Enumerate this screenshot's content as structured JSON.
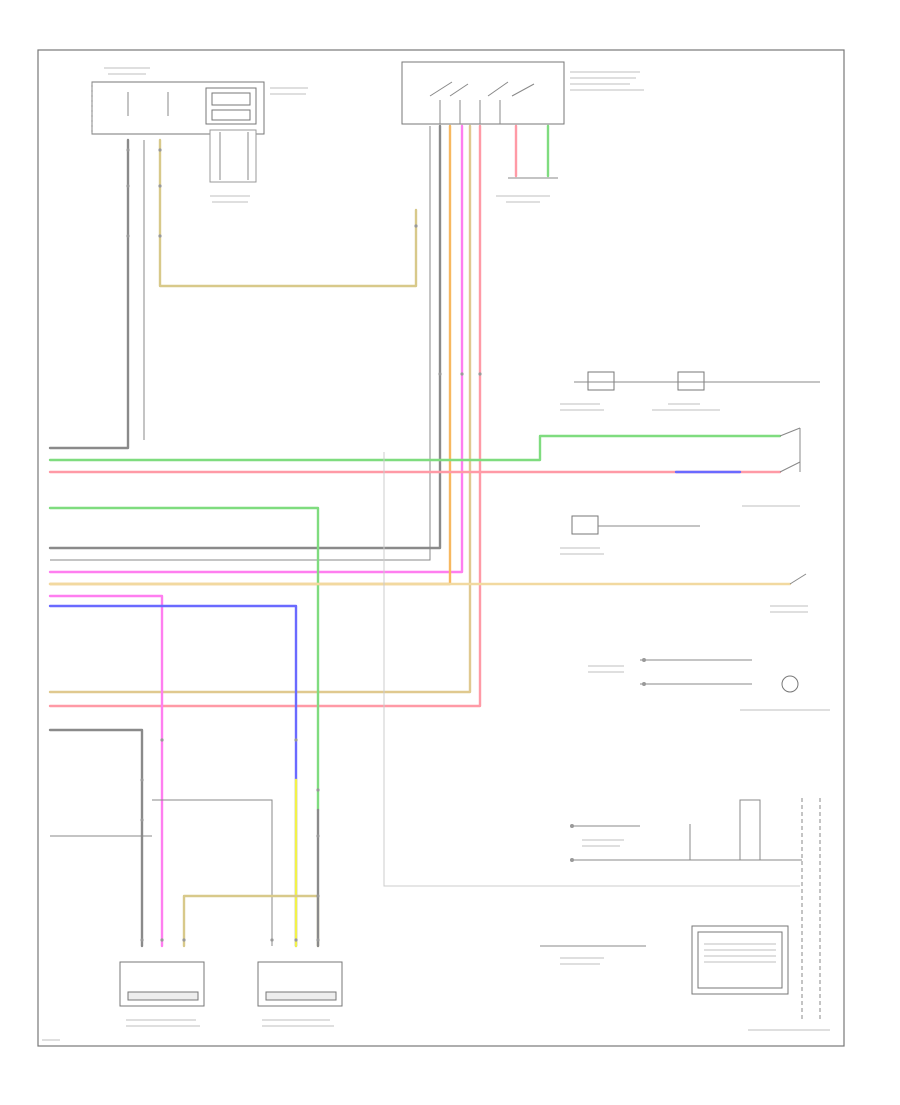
{
  "diagram": {
    "page_tag": "",
    "colors": {
      "yellow_green": "#d8c98a",
      "gray": "#8a8a8a",
      "light_gray": "#bdbdbd",
      "green": "#7fdc7f",
      "red": "#ff9aa6",
      "pink": "#ff7ef0",
      "blue": "#6a6aff",
      "yellow": "#f2f24a",
      "orange": "#f7b860",
      "tan": "#e0c98f",
      "frame": "#777777"
    },
    "components": [
      "junction-block-top-left",
      "shift-lever-assembly",
      "brake-lamp-connector",
      "lin-connector-bottom-right",
      "component-bottom-left",
      "component-bottom-center",
      "switch-right-1",
      "switch-right-2",
      "ground-right"
    ]
  }
}
